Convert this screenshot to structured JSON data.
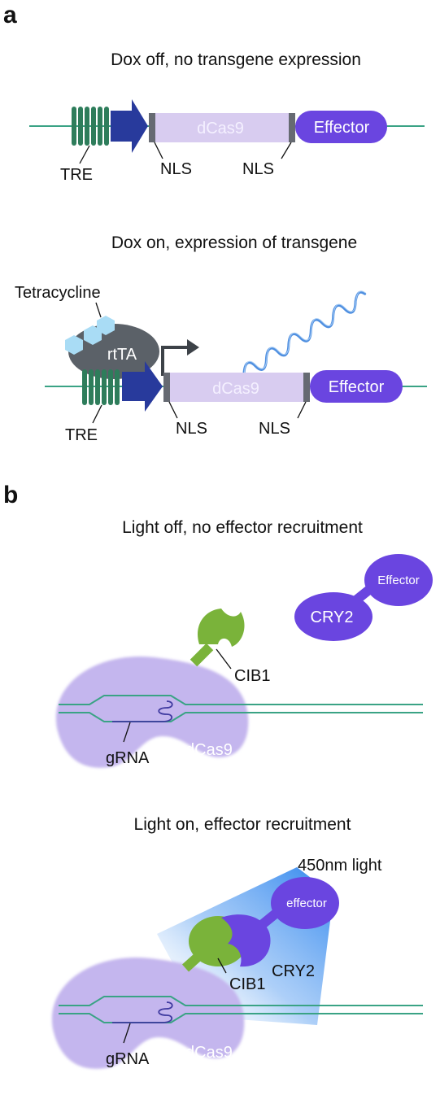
{
  "panel_a": {
    "label": "a",
    "dox_off": {
      "title": "Dox off, no transgene expression",
      "tre": "TRE",
      "dcas9": "dCas9",
      "nls_left": "NLS",
      "nls_right": "NLS",
      "effector": "Effector"
    },
    "dox_on": {
      "title": "Dox on, expression of transgene",
      "tetracycline": "Tetracycline",
      "rtta": "rtTA",
      "tre": "TRE",
      "dcas9": "dCas9",
      "nls_left": "NLS",
      "nls_right": "NLS",
      "effector": "Effector"
    }
  },
  "panel_b": {
    "label": "b",
    "light_off": {
      "title": "Light off, no effector recruitment",
      "effector": "Effector",
      "cry2": "CRY2",
      "cib1": "CIB1",
      "grna": "gRNA",
      "dcas9": "dCas9"
    },
    "light_on": {
      "title": "Light on, effector recruitment",
      "light": "450nm light",
      "effector": "effector",
      "cry2": "CRY2",
      "cib1": "CIB1",
      "grna": "gRNA",
      "dcas9": "dCas9"
    }
  },
  "colors": {
    "dna": "#3aa385",
    "tre": "#2e7d5b",
    "promoter_arrow": "#283a9c",
    "dcas9_box": "#d8ccf0",
    "nls": "#666a72",
    "effector": "#6a45e0",
    "rtta": "#5b6168",
    "tetracycline": "#a9dcf5",
    "mrna": "#4f8fe0",
    "dcas9_blob": "#c4b6ee",
    "cib1": "#7ab33a",
    "light": "#2f86ee"
  },
  "icons": [
    "promoter-arrow-icon",
    "transcription-arrow-icon",
    "mrna-wave-icon",
    "tetracycline-hexagon-icon"
  ]
}
